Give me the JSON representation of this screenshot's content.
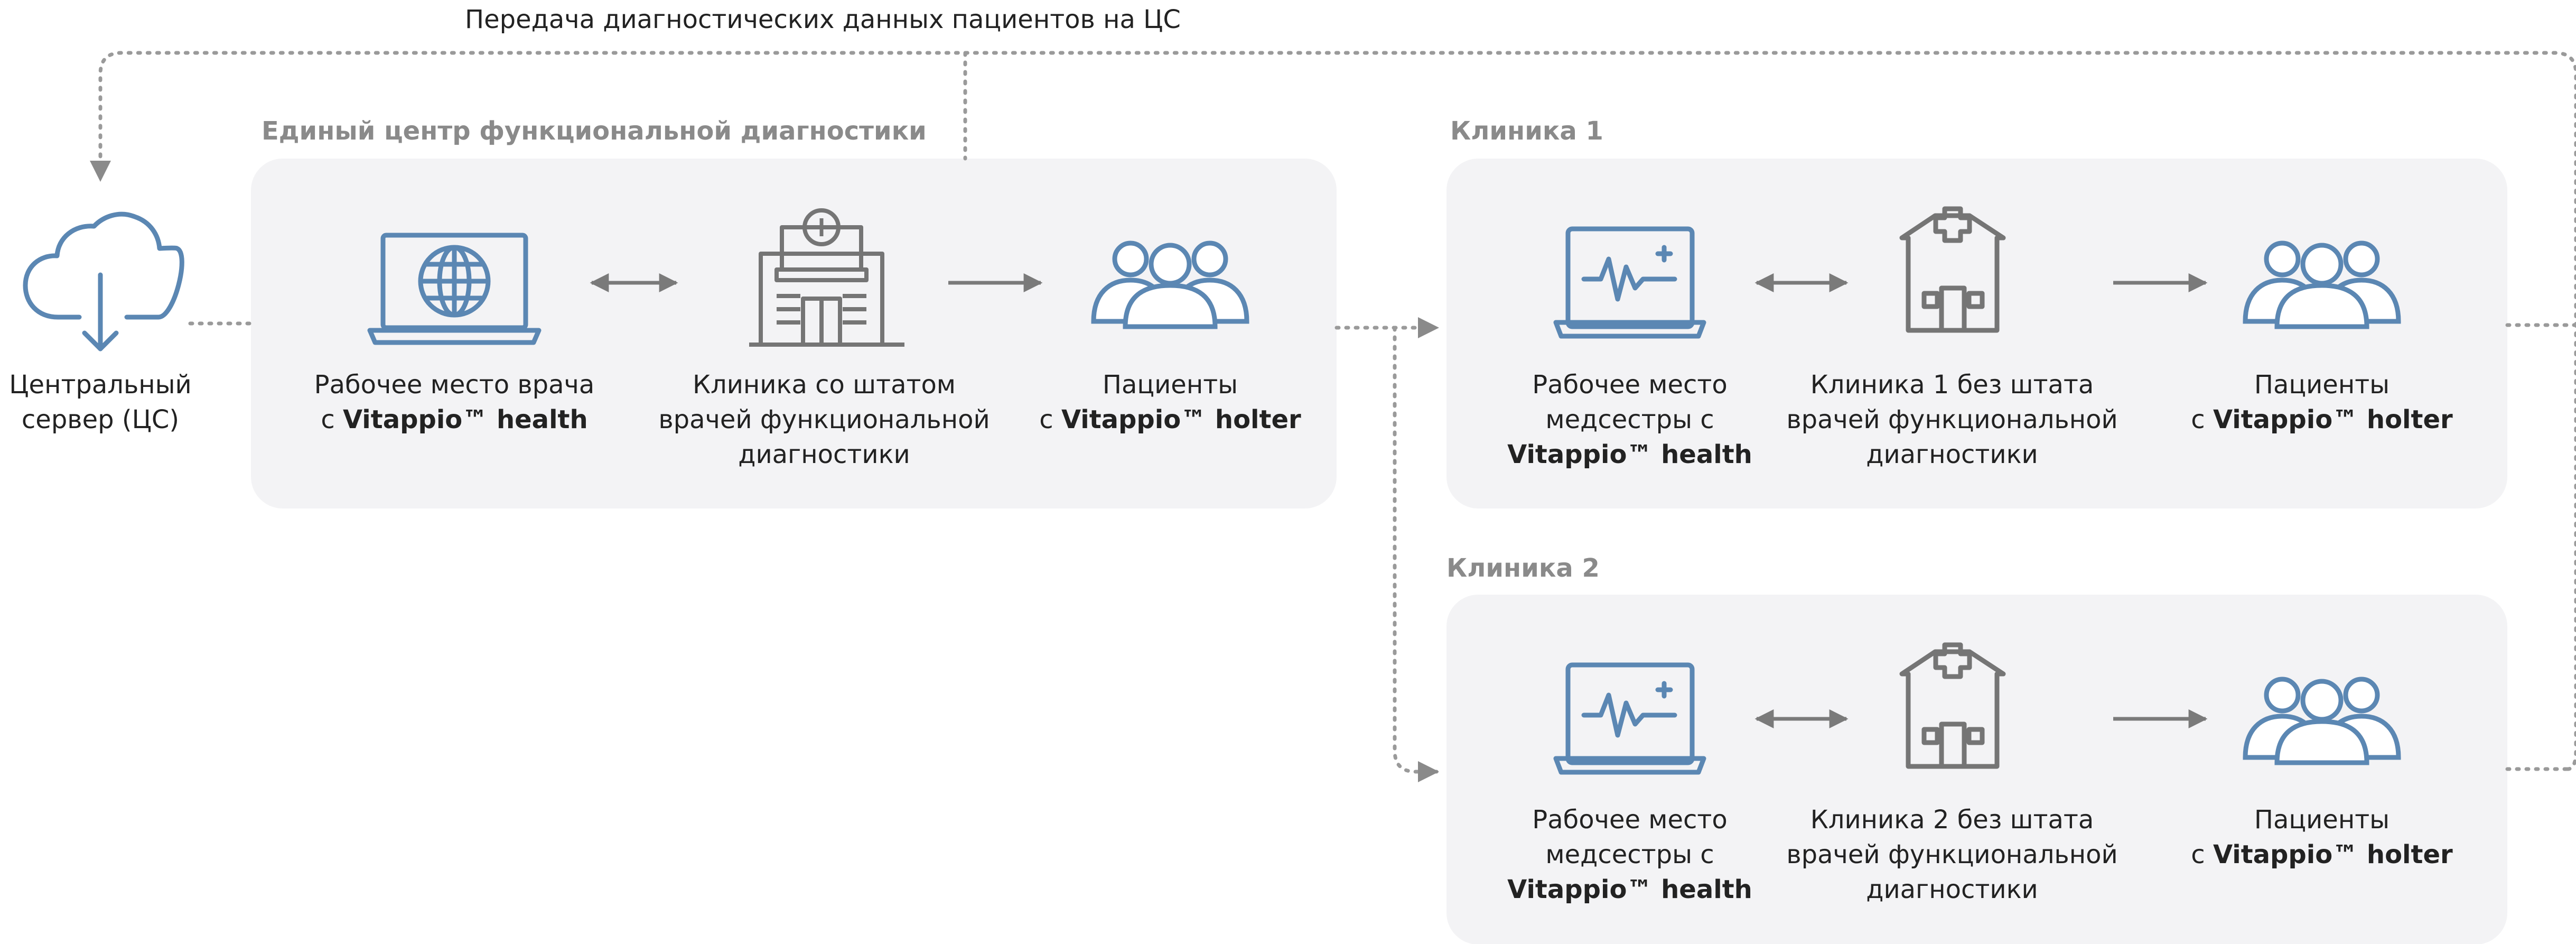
{
  "top_flow_label": "Передача диагностических данных пациентов на ЦС",
  "server": {
    "icon": "cloud-download-icon",
    "label_lines": [
      "Центральный",
      "сервер (ЦС)"
    ]
  },
  "center": {
    "title": "Единый центр функциональной диагностики",
    "workstation": {
      "icon": "laptop-globe-icon",
      "line1": "Рабочее место врача",
      "line2_prefix": "с ",
      "line2_bold": "Vitappio™ health"
    },
    "clinic": {
      "icon": "hospital-building-icon",
      "lines": [
        "Клиника со штатом",
        "врачей функциональной",
        "диагностики"
      ]
    },
    "patients": {
      "icon": "patients-group-icon",
      "line1": "Пациенты",
      "line2_prefix": "с ",
      "line2_bold": "Vitappio™ holter"
    }
  },
  "clinic1": {
    "title": "Клиника 1",
    "workstation": {
      "icon": "laptop-ecg-icon",
      "line1": "Рабочее место",
      "line2": "медсестры с",
      "line3_bold": "Vitappio™ health"
    },
    "clinic": {
      "icon": "clinic-building-icon",
      "lines": [
        "Клиника 1 без штата",
        "врачей функциональной",
        "диагностики"
      ]
    },
    "patients": {
      "icon": "patients-group-icon",
      "line1": "Пациенты",
      "line2_prefix": "с ",
      "line2_bold": "Vitappio™ holter"
    }
  },
  "clinic2": {
    "title": "Клиника 2",
    "workstation": {
      "icon": "laptop-ecg-icon",
      "line1": "Рабочее место",
      "line2": "медсестры с",
      "line3_bold": "Vitappio™ health"
    },
    "clinic": {
      "icon": "clinic-building-icon",
      "lines": [
        "Клиника 2 без штата",
        "врачей функциональной",
        "диагностики"
      ]
    },
    "patients": {
      "icon": "patients-group-icon",
      "line1": "Пациенты",
      "line2_prefix": "с ",
      "line2_bold": "Vitappio™ holter"
    }
  },
  "colors": {
    "panel": "#f3f3f5",
    "blue_icon": "#5b87b3",
    "gray_icon": "#757575",
    "arrow": "#7a7a7a",
    "dotted": "#9a9a9a",
    "group_title": "#8a8a8a"
  }
}
